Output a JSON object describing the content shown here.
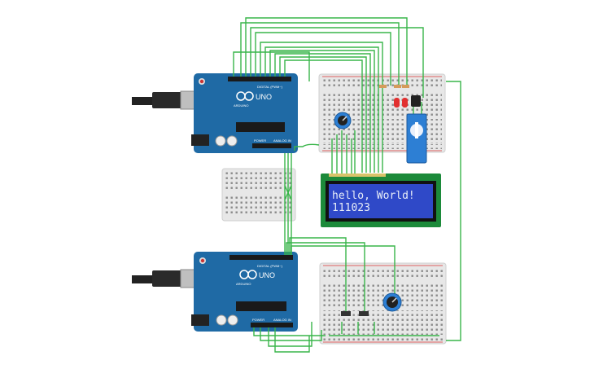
{
  "lcd": {
    "line1": "hello, World!",
    "line2": "111023"
  },
  "boards": {
    "top": {
      "model": "UNO",
      "brand": "ARDUINO",
      "digital_label": "DIGITAL (PWM~)",
      "power_label": "POWER",
      "analog_label": "ANALOG IN"
    },
    "bottom": {
      "model": "UNO",
      "brand": "ARDUINO",
      "digital_label": "DIGITAL (PWM~)",
      "power_label": "POWER",
      "analog_label": "ANALOG IN"
    }
  },
  "colors": {
    "wire": "#39b54a",
    "board": "#1f6aa5",
    "breadboard": "#e6e6e6",
    "lcd_bg": "#2f49c8",
    "lcd_frame": "#1c8a3a",
    "servo": "#2d7fd4",
    "led": "#e23030"
  },
  "components": [
    "arduino-uno-top",
    "arduino-uno-bottom",
    "breadboard-top-right",
    "breadboard-middle-left",
    "breadboard-bottom-right",
    "lcd-16x2",
    "servo-motor",
    "potentiometer-top",
    "potentiometer-bottom",
    "led-red-1",
    "led-red-2",
    "pushbutton-1",
    "pushbutton-2"
  ]
}
